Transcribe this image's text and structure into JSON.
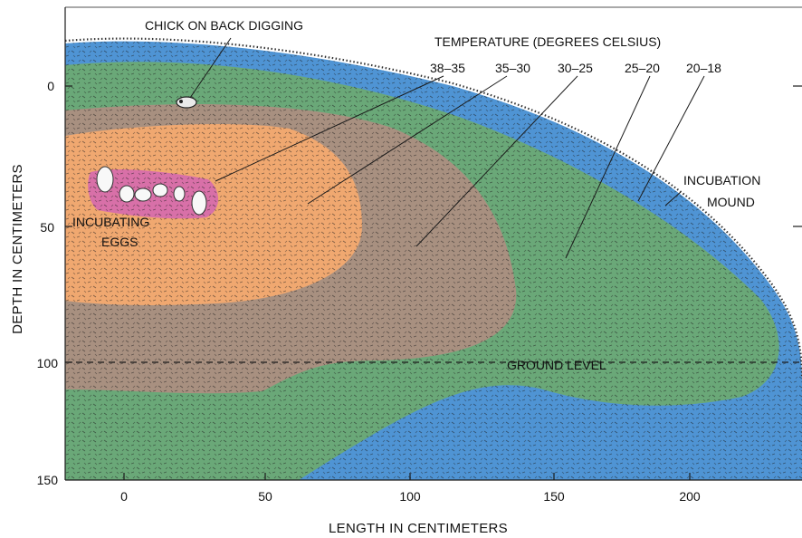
{
  "labels": {
    "chick": "CHICK ON BACK DIGGING",
    "temperature_title": "TEMPERATURE (DEGREES CELSIUS)",
    "incubation_mound_line1": "INCUBATION",
    "incubation_mound_line2": "MOUND",
    "incubating_eggs_line1": "INCUBATING",
    "incubating_eggs_line2": "EGGS",
    "ground_level": "GROUND LEVEL"
  },
  "temperature_ranges": [
    "38–35",
    "35–30",
    "30–25",
    "25–20",
    "20–18"
  ],
  "x_axis": {
    "title": "LENGTH IN CENTIMETERS",
    "ticks": [
      "0",
      "50",
      "100",
      "150",
      "200"
    ]
  },
  "y_axis": {
    "title": "DEPTH IN CENTIMETERS",
    "ticks": [
      "0",
      "50",
      "100",
      "150"
    ]
  },
  "colors": {
    "zone_38_35": "#f0a870",
    "zone_35_30": "#a89080",
    "zone_30_25": "#6aa878",
    "zone_25_20": "#4f94d4",
    "eggs_zone": "#d870a8",
    "background": "#ffffff"
  }
}
